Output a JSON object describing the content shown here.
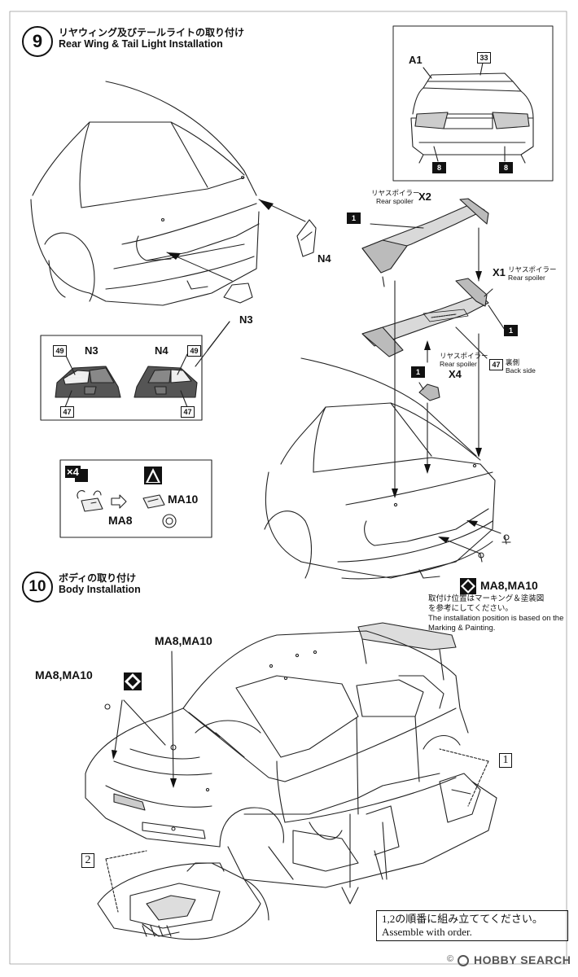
{
  "step9": {
    "number": "9",
    "title_jp": "リヤウィング及びテールライトの取り付け",
    "title_en": "Rear Wing & Tail Light Installation",
    "inset_labels": {
      "a1": "A1",
      "chip33": "33",
      "chip8_left": "8",
      "chip8_right": "8"
    },
    "parts": {
      "n4": "N4",
      "n3": "N3",
      "x2": "X2",
      "x2_jp": "リヤスポイラー",
      "x2_en": "Rear spoiler",
      "x1": "X1",
      "x1_jp": "リヤスポイラー",
      "x1_en": "Rear spoiler",
      "x4": "X4",
      "x4_jp": "リヤスポイラー",
      "x4_en": "Rear spoiler",
      "back_jp": "裏側",
      "back_en": "Back side",
      "chip1": "1",
      "chip47": "47"
    },
    "taillight_box": {
      "n3": "N3",
      "n4": "N4",
      "chip49": "49",
      "chip47": "47"
    },
    "mask_box": {
      "qty": "×4",
      "ma8": "MA8",
      "ma10": "MA10"
    },
    "install": {
      "label": "MA8,MA10",
      "note_jp_1": "取付け位置はマーキング＆塗装図",
      "note_jp_2": "を参考にしてください。",
      "note_en_1": "The installation position is based on the",
      "note_en_2": "Marking & Painting."
    }
  },
  "step10": {
    "number": "10",
    "title_jp": "ボディの取り付け",
    "title_en": "Body Installation",
    "label_left": "MA8,MA10",
    "label_top": "MA8,MA10",
    "num1": "1",
    "num2": "2",
    "order_jp": "1,2の順番に組み立ててください。",
    "order_en": "Assemble with order."
  },
  "watermark": {
    "text": "HOBBY SEARCH",
    "copyright": "©"
  }
}
